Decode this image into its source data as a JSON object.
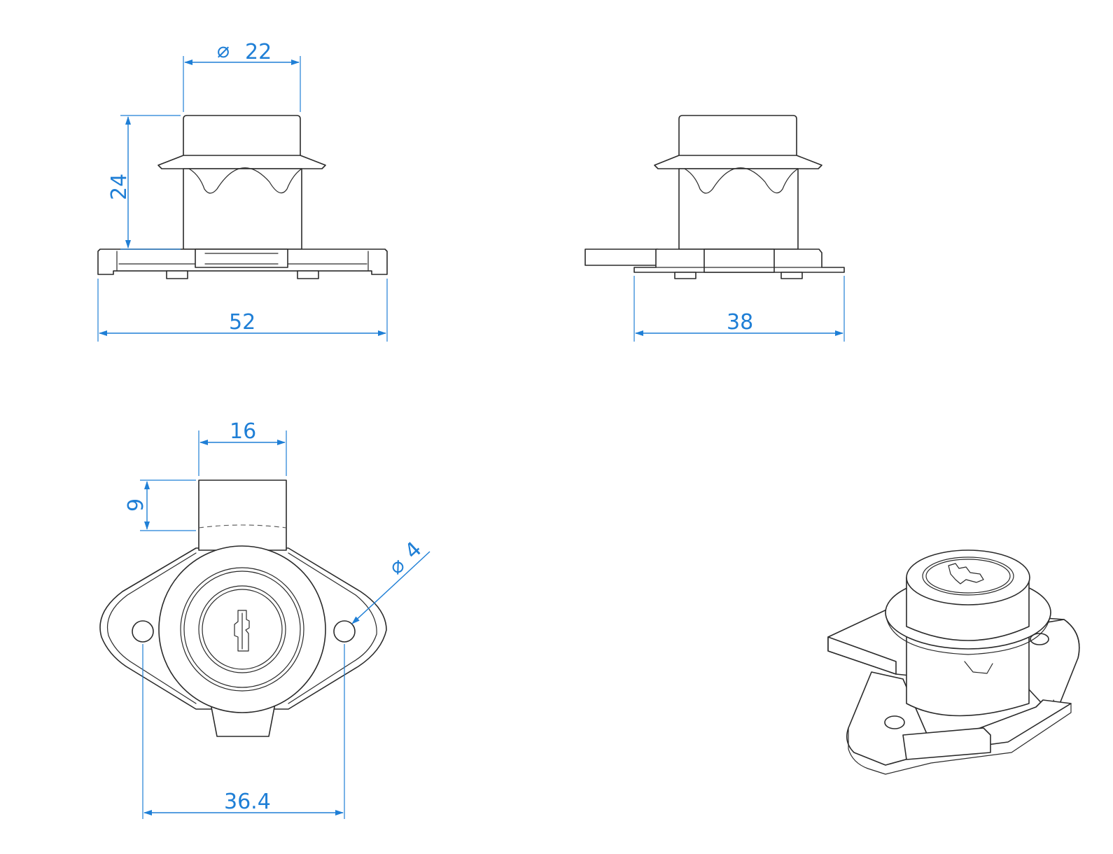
{
  "drawing": {
    "views": [
      {
        "name": "front-view"
      },
      {
        "name": "side-view"
      },
      {
        "name": "top-view"
      },
      {
        "name": "isometric-view"
      }
    ],
    "dimensions": {
      "cylinder_diameter": {
        "symbol": "⌀",
        "value": "22"
      },
      "height": "24",
      "base_width": "52",
      "side_width": "38",
      "bolt_width": "16",
      "bolt_throw": "9",
      "hole_diameter": {
        "symbol": "⌀",
        "value": "4"
      },
      "hole_spacing": "36.4"
    },
    "colors": {
      "dimension": "#1f7fd6",
      "outline": "#2a2a2a"
    }
  }
}
